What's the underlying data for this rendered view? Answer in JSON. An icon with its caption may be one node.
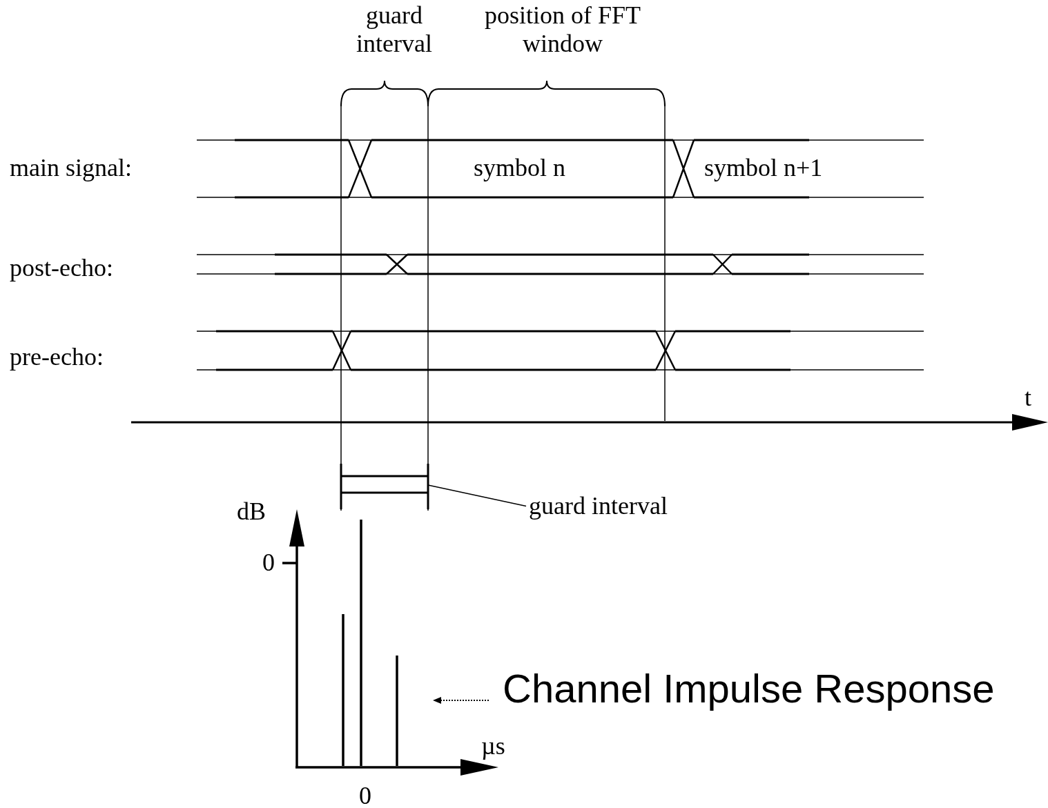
{
  "diagram": {
    "nodes": [
      {
        "text": [
          "guard interval"
        ]
      },
      {
        "text": [],
        "shape": "bar"
      },
      {
        "text": [
          "Channel Impulse Response"
        ]
      },
      {
        "text": [],
        "shape": "bar"
      }
    ],
    "edges": [
      {
        "from": 0,
        "to": 1,
        "arrow": "none"
      },
      {
        "from": 2,
        "to": 3,
        "arrow": "to",
        "style": "dashed"
      }
    ],
    "labels": [
      "guard interval",
      "position of FFT window",
      "main signal:",
      "symbol n",
      "symbol n+1",
      "post-echo:",
      "pre-echo:",
      "t",
      "dB",
      "0",
      "µs",
      "0"
    ]
  }
}
